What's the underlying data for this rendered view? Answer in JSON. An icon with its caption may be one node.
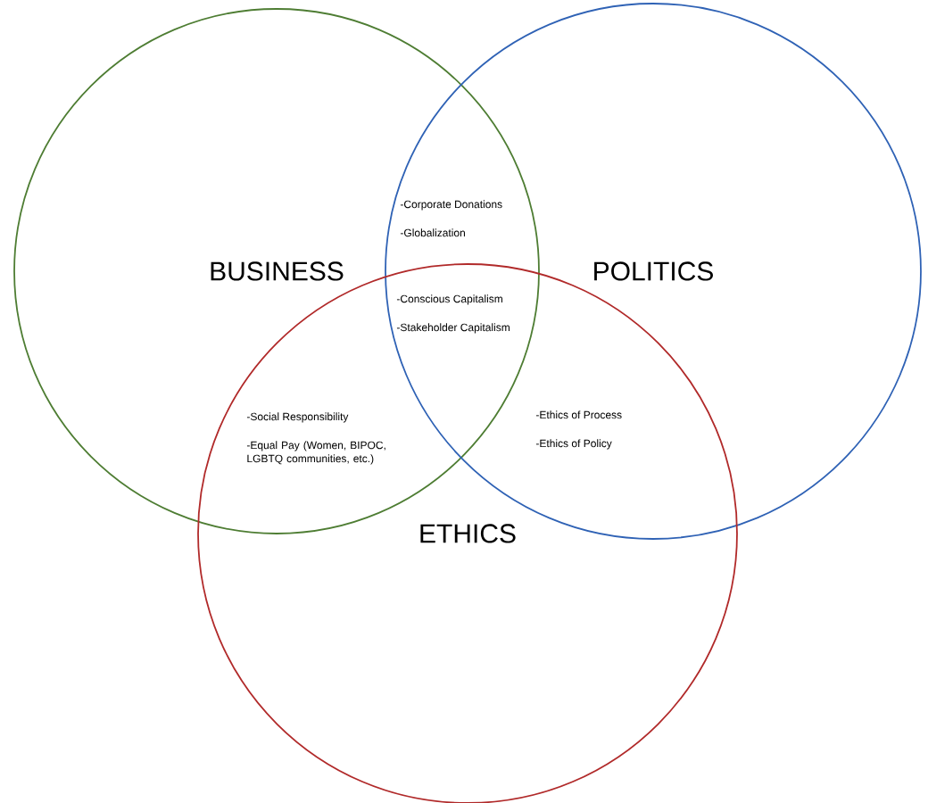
{
  "diagram": {
    "nodes": [
      {
        "text": [
          "BUSINESS"
        ]
      },
      {
        "text": [
          "POLITICS"
        ]
      },
      {
        "text": [
          "ETHICS"
        ]
      }
    ],
    "labels": [
      "-Corporate Donations",
      "-Globalization",
      "-Conscious Capitalism",
      "-Stakeholder Capitalism",
      "-Social Responsibility",
      "-Equal Pay (Women, BIPOC, LGBTQ communities, etc.)",
      "-Ethics of Process",
      "-Ethics of Policy"
    ]
  }
}
